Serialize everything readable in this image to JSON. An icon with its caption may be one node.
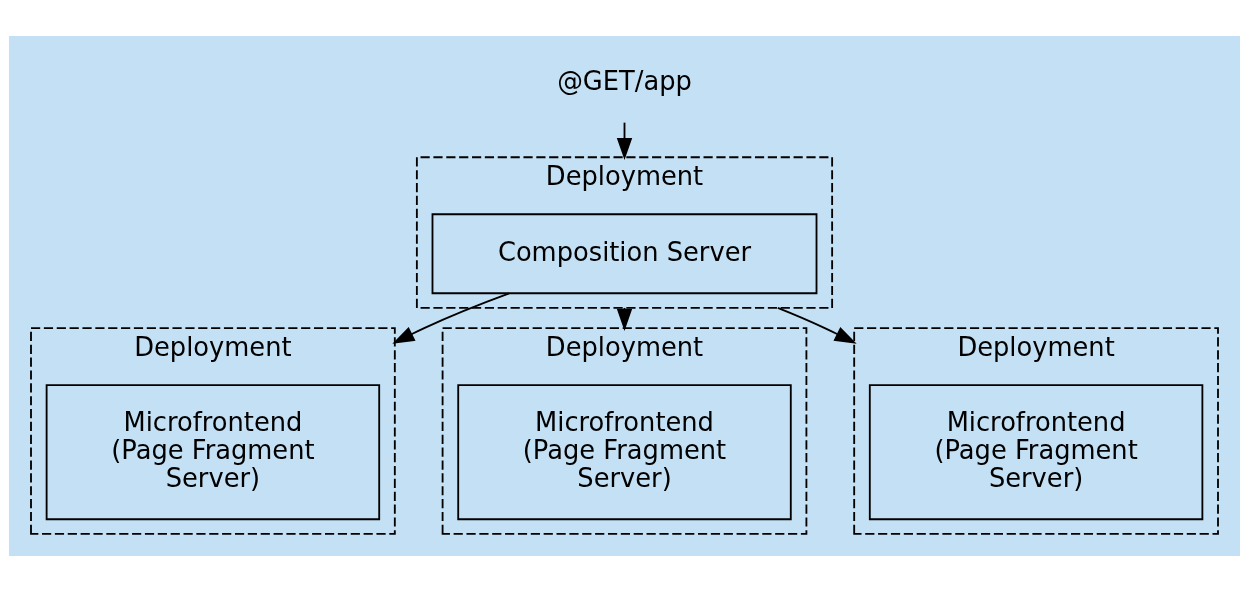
{
  "diagram": {
    "nodes": [
      {
        "text": [
          "@GET/app"
        ]
      },
      {
        "text": [
          "Deployment"
        ]
      },
      {
        "text": [
          "Composition Server"
        ],
        "in": 1
      },
      {
        "text": [
          "Deployment"
        ]
      },
      {
        "text": [
          "Microfrontend (Page Fragment Server)"
        ],
        "in": 3
      },
      {
        "text": [
          "Deployment"
        ]
      },
      {
        "text": [
          "Microfrontend (Page Fragment Server)"
        ],
        "in": 5
      },
      {
        "text": [
          "Deployment"
        ]
      },
      {
        "text": [
          "Microfrontend (Page Fragment Server)"
        ],
        "in": 7
      }
    ],
    "edges": [
      {
        "from": 0,
        "to": 1,
        "arrow": "to"
      },
      {
        "from": 2,
        "to": 3,
        "arrow": "to"
      },
      {
        "from": 1,
        "to": 5,
        "arrow": "to"
      },
      {
        "from": 1,
        "to": 7,
        "arrow": "to"
      }
    ]
  }
}
